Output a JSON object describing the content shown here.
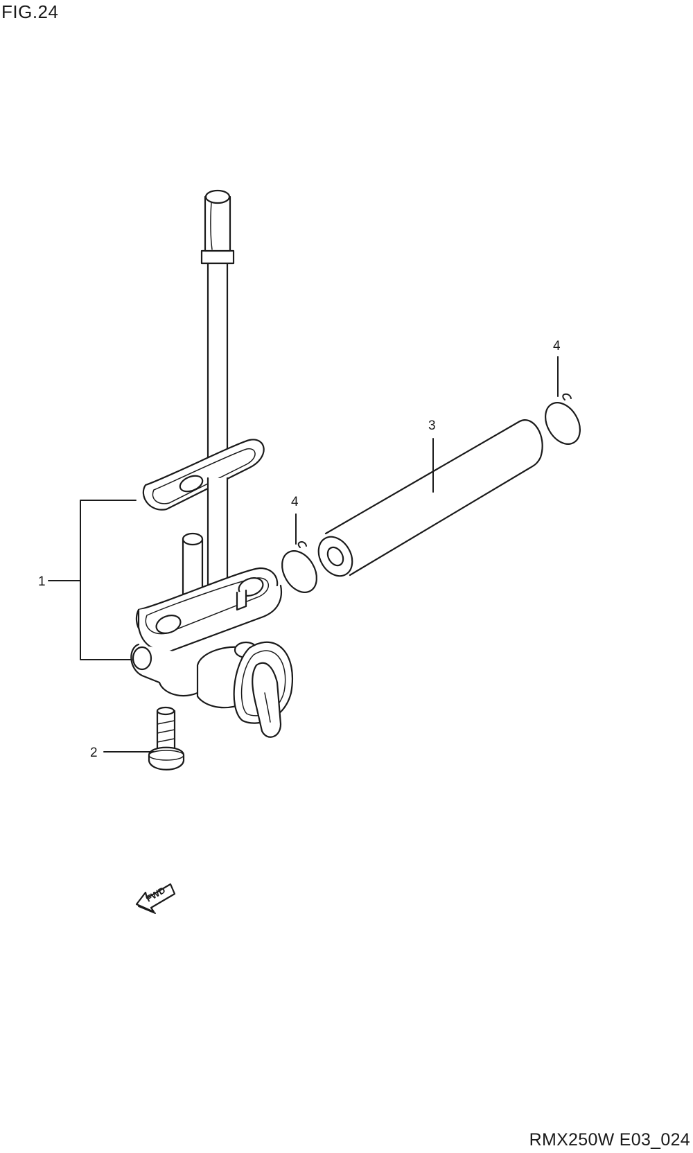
{
  "figure": {
    "title": "FIG.24",
    "code": "RMX250W E03_024"
  },
  "callouts": [
    {
      "id": "1",
      "label": "1"
    },
    {
      "id": "2",
      "label": "2"
    },
    {
      "id": "3",
      "label": "3"
    },
    {
      "id": "4a",
      "label": "4"
    },
    {
      "id": "4b",
      "label": "4"
    }
  ],
  "fwd_arrow": {
    "label": "FWD"
  }
}
